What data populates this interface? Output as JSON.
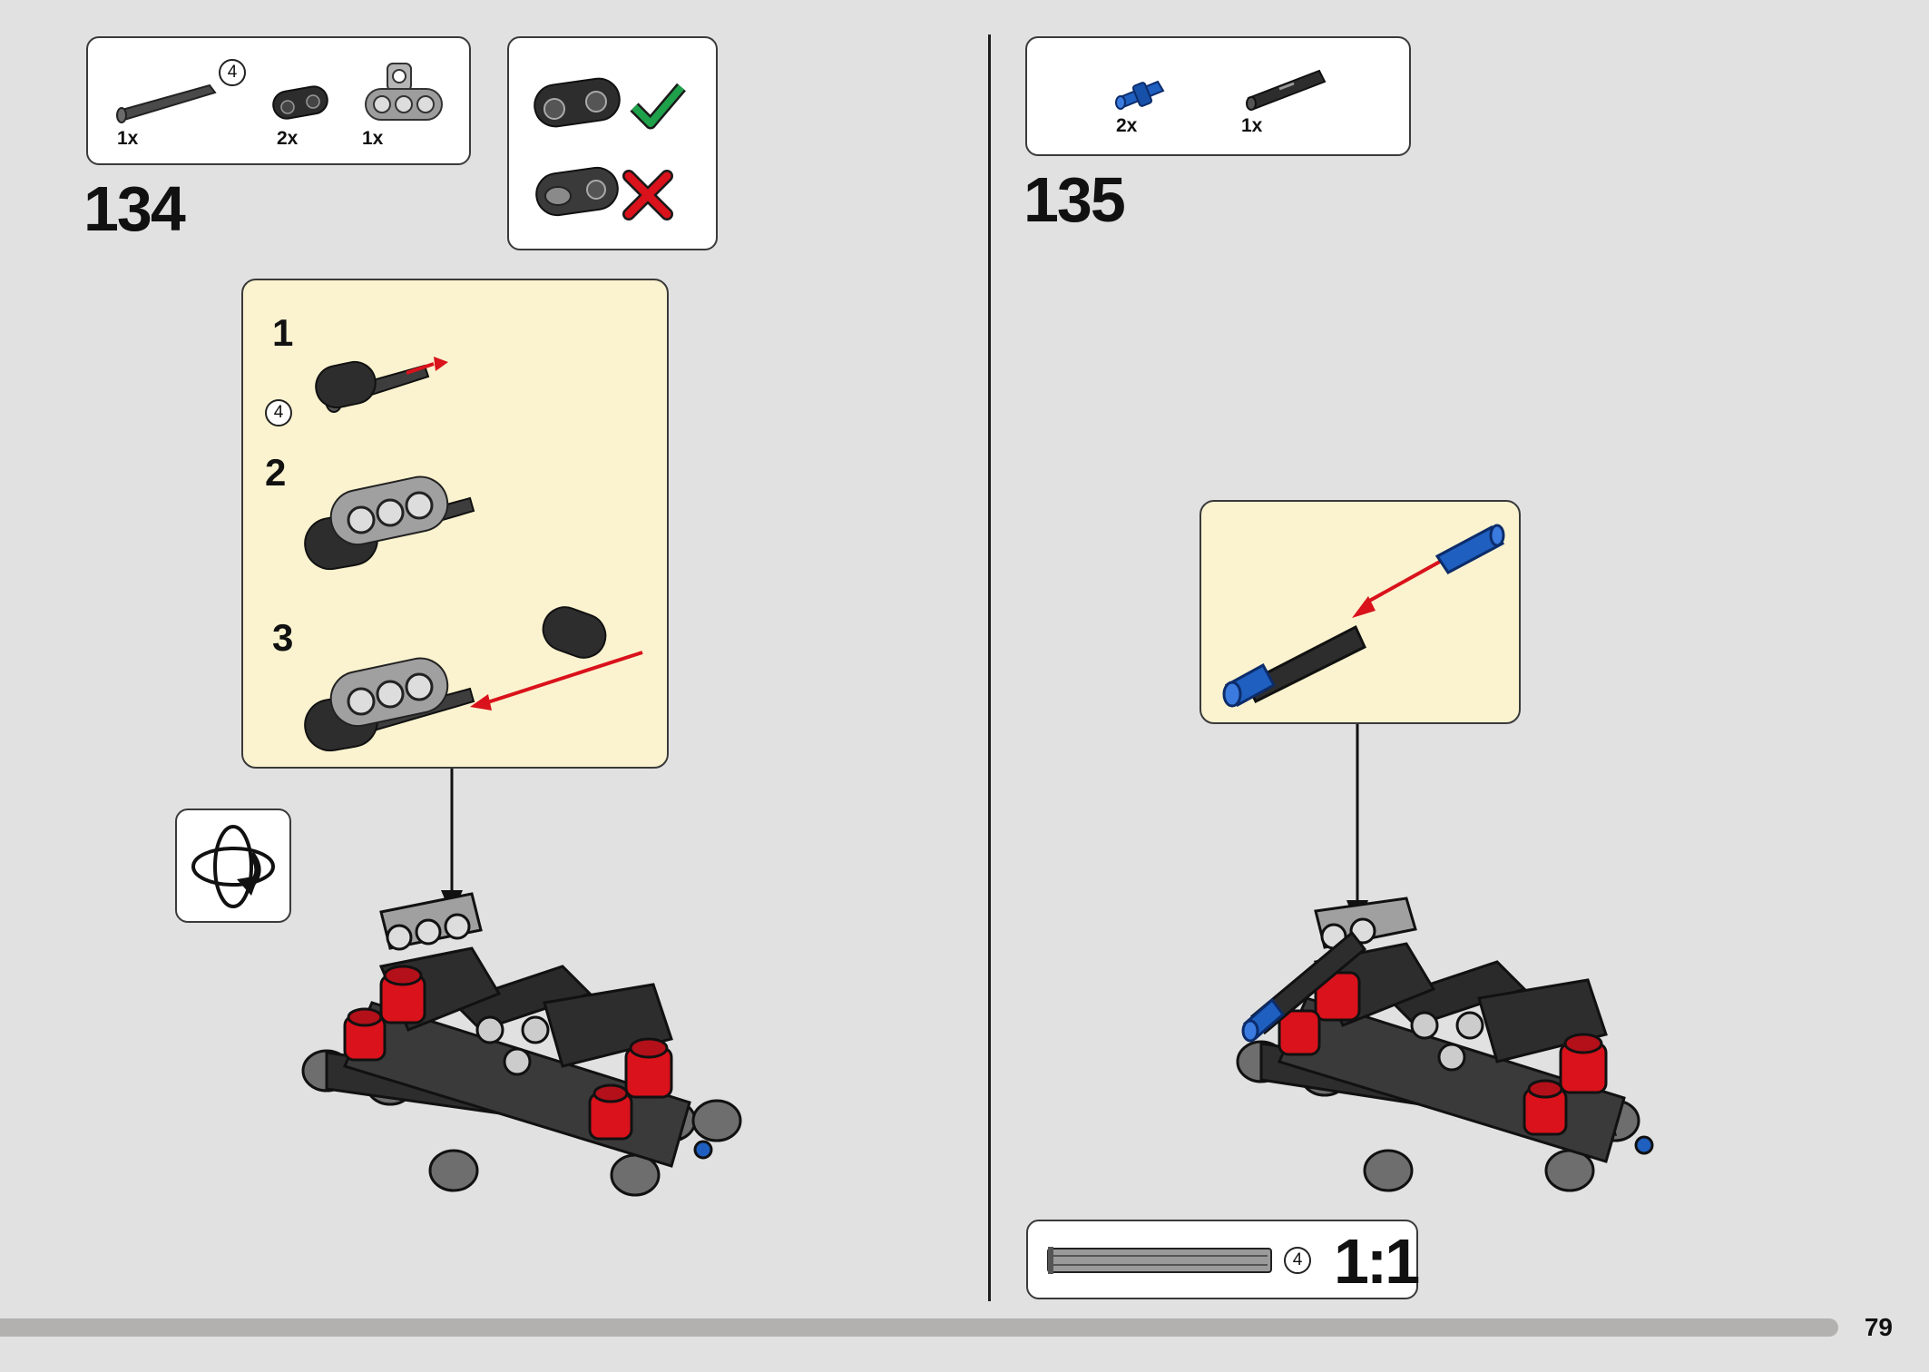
{
  "left_page": {
    "step_number": "134",
    "parts": [
      {
        "name": "axle-icon",
        "qty": "1x",
        "length": "4"
      },
      {
        "name": "beam-2-icon",
        "qty": "2x"
      },
      {
        "name": "beam-3-icon",
        "qty": "1x"
      }
    ],
    "orientation_hint": {
      "correct": "checkmark-icon",
      "wrong": "cross-icon"
    },
    "substeps": [
      {
        "number": "1",
        "axle_length": "4"
      },
      {
        "number": "2"
      },
      {
        "number": "3"
      }
    ],
    "rotate_icon": "rotate-model-icon"
  },
  "right_page": {
    "step_number": "135",
    "parts": [
      {
        "name": "blue-pin-icon",
        "qty": "2x"
      },
      {
        "name": "connector-icon",
        "qty": "1x"
      }
    ],
    "scale": {
      "axle_length": "4",
      "ratio": "1:1"
    }
  },
  "page_number": "79",
  "colors": {
    "background": "#e1e1e1",
    "callout": "#fbf3cf",
    "red": "#d9121b",
    "blue": "#1e5fbf",
    "dark": "#2d2d2d",
    "grey": "#9a9a9a",
    "green": "#1fa04a"
  }
}
